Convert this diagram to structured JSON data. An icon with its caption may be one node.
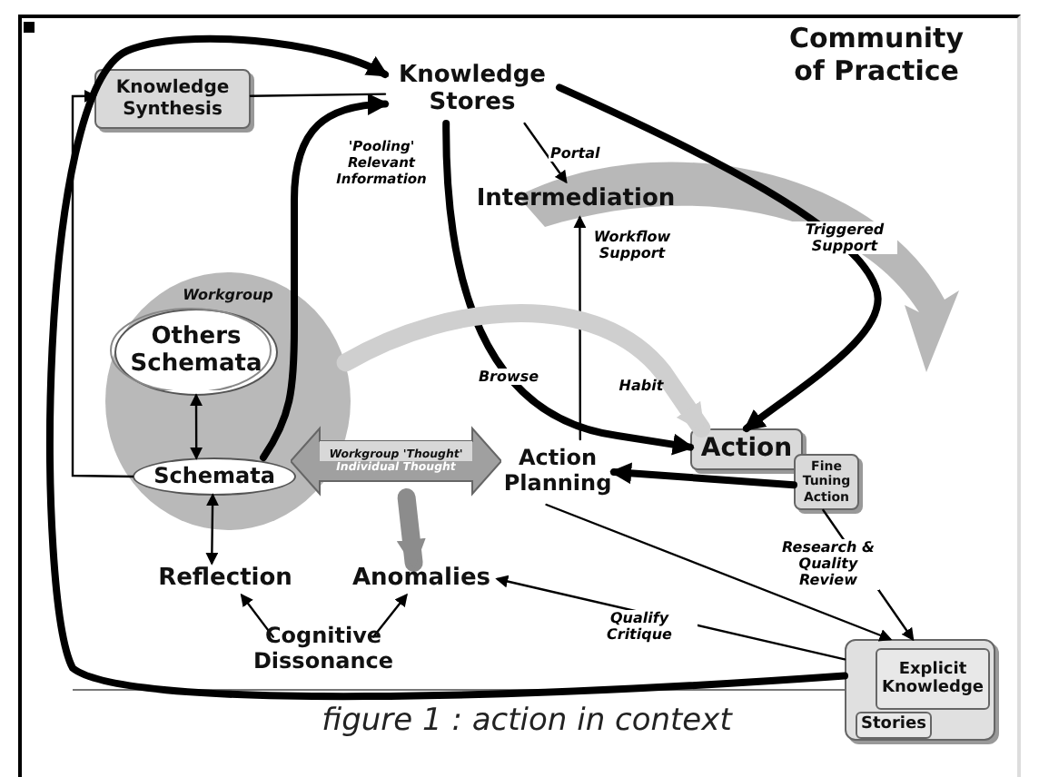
{
  "diagram": {
    "title": "Community of Practice",
    "caption": "figure 1 : action in context",
    "nodes": [
      {
        "text": [
          "Knowledge Synthesis"
        ]
      },
      {
        "text": [
          "Knowledge Stores"
        ]
      },
      {
        "text": [
          "Intermediation"
        ]
      },
      {
        "text": [
          "Workgroup"
        ]
      },
      {
        "text": [
          "Others Schemata"
        ],
        "in": 3
      },
      {
        "text": [
          "Schemata"
        ],
        "in": 3
      },
      {
        "text": [
          "Workgroup 'Thought'",
          "Individual Thought"
        ]
      },
      {
        "text": [
          "Action Planning"
        ]
      },
      {
        "text": [
          "Action"
        ]
      },
      {
        "text": [
          "Fine Tuning Action"
        ]
      },
      {
        "text": [
          "Reflection"
        ]
      },
      {
        "text": [
          "Anomalies"
        ]
      },
      {
        "text": [
          "Cognitive Dissonance"
        ]
      },
      {
        "text": [],
        "shape": "box"
      },
      {
        "text": [
          "Explicit Knowledge"
        ],
        "in": 13
      },
      {
        "text": [
          "Stories"
        ],
        "in": 13
      }
    ],
    "edges": [
      {
        "from": 0,
        "to": 1,
        "arrow": "none"
      },
      {
        "from": 5,
        "to": 0,
        "arrow": "to"
      },
      {
        "from": 13,
        "to": 1,
        "arrow": "to",
        "style": "thick"
      },
      {
        "from": 5,
        "to": 1,
        "arrow": "to",
        "style": "thick"
      },
      {
        "from": 1,
        "to": 8,
        "arrow": "to",
        "style": "thick",
        "label": "Browse"
      },
      {
        "from": 1,
        "to": 8,
        "arrow": "to",
        "style": "thick",
        "label": "Triggered Support"
      },
      {
        "from": 1,
        "to": 2,
        "arrow": "to",
        "label": "Portal"
      },
      {
        "from": 7,
        "to": 2,
        "arrow": "to",
        "label": "Workflow Support"
      },
      {
        "from": 4,
        "to": 5,
        "arrow": "both"
      },
      {
        "from": 5,
        "to": 10,
        "arrow": "both"
      },
      {
        "from": 12,
        "to": 10,
        "arrow": "to"
      },
      {
        "from": 12,
        "to": 11,
        "arrow": "to"
      },
      {
        "from": 9,
        "to": 7,
        "arrow": "to",
        "style": "thick"
      },
      {
        "from": 7,
        "to": 13,
        "arrow": "to"
      },
      {
        "from": 9,
        "to": 13,
        "arrow": "to",
        "label": "Research & Quality Review"
      },
      {
        "from": 13,
        "to": 11,
        "arrow": "to",
        "label": "Qualify Critique"
      },
      {
        "from": 3,
        "to": 8,
        "arrow": "to",
        "style": "thick",
        "color": "#cfcfcf",
        "label": "Habit"
      },
      {
        "from": 6,
        "to": 11,
        "arrow": "to",
        "style": "thick",
        "color": "#8c8c8c"
      }
    ],
    "labels": [
      "'Pooling' Relevant Information"
    ]
  }
}
